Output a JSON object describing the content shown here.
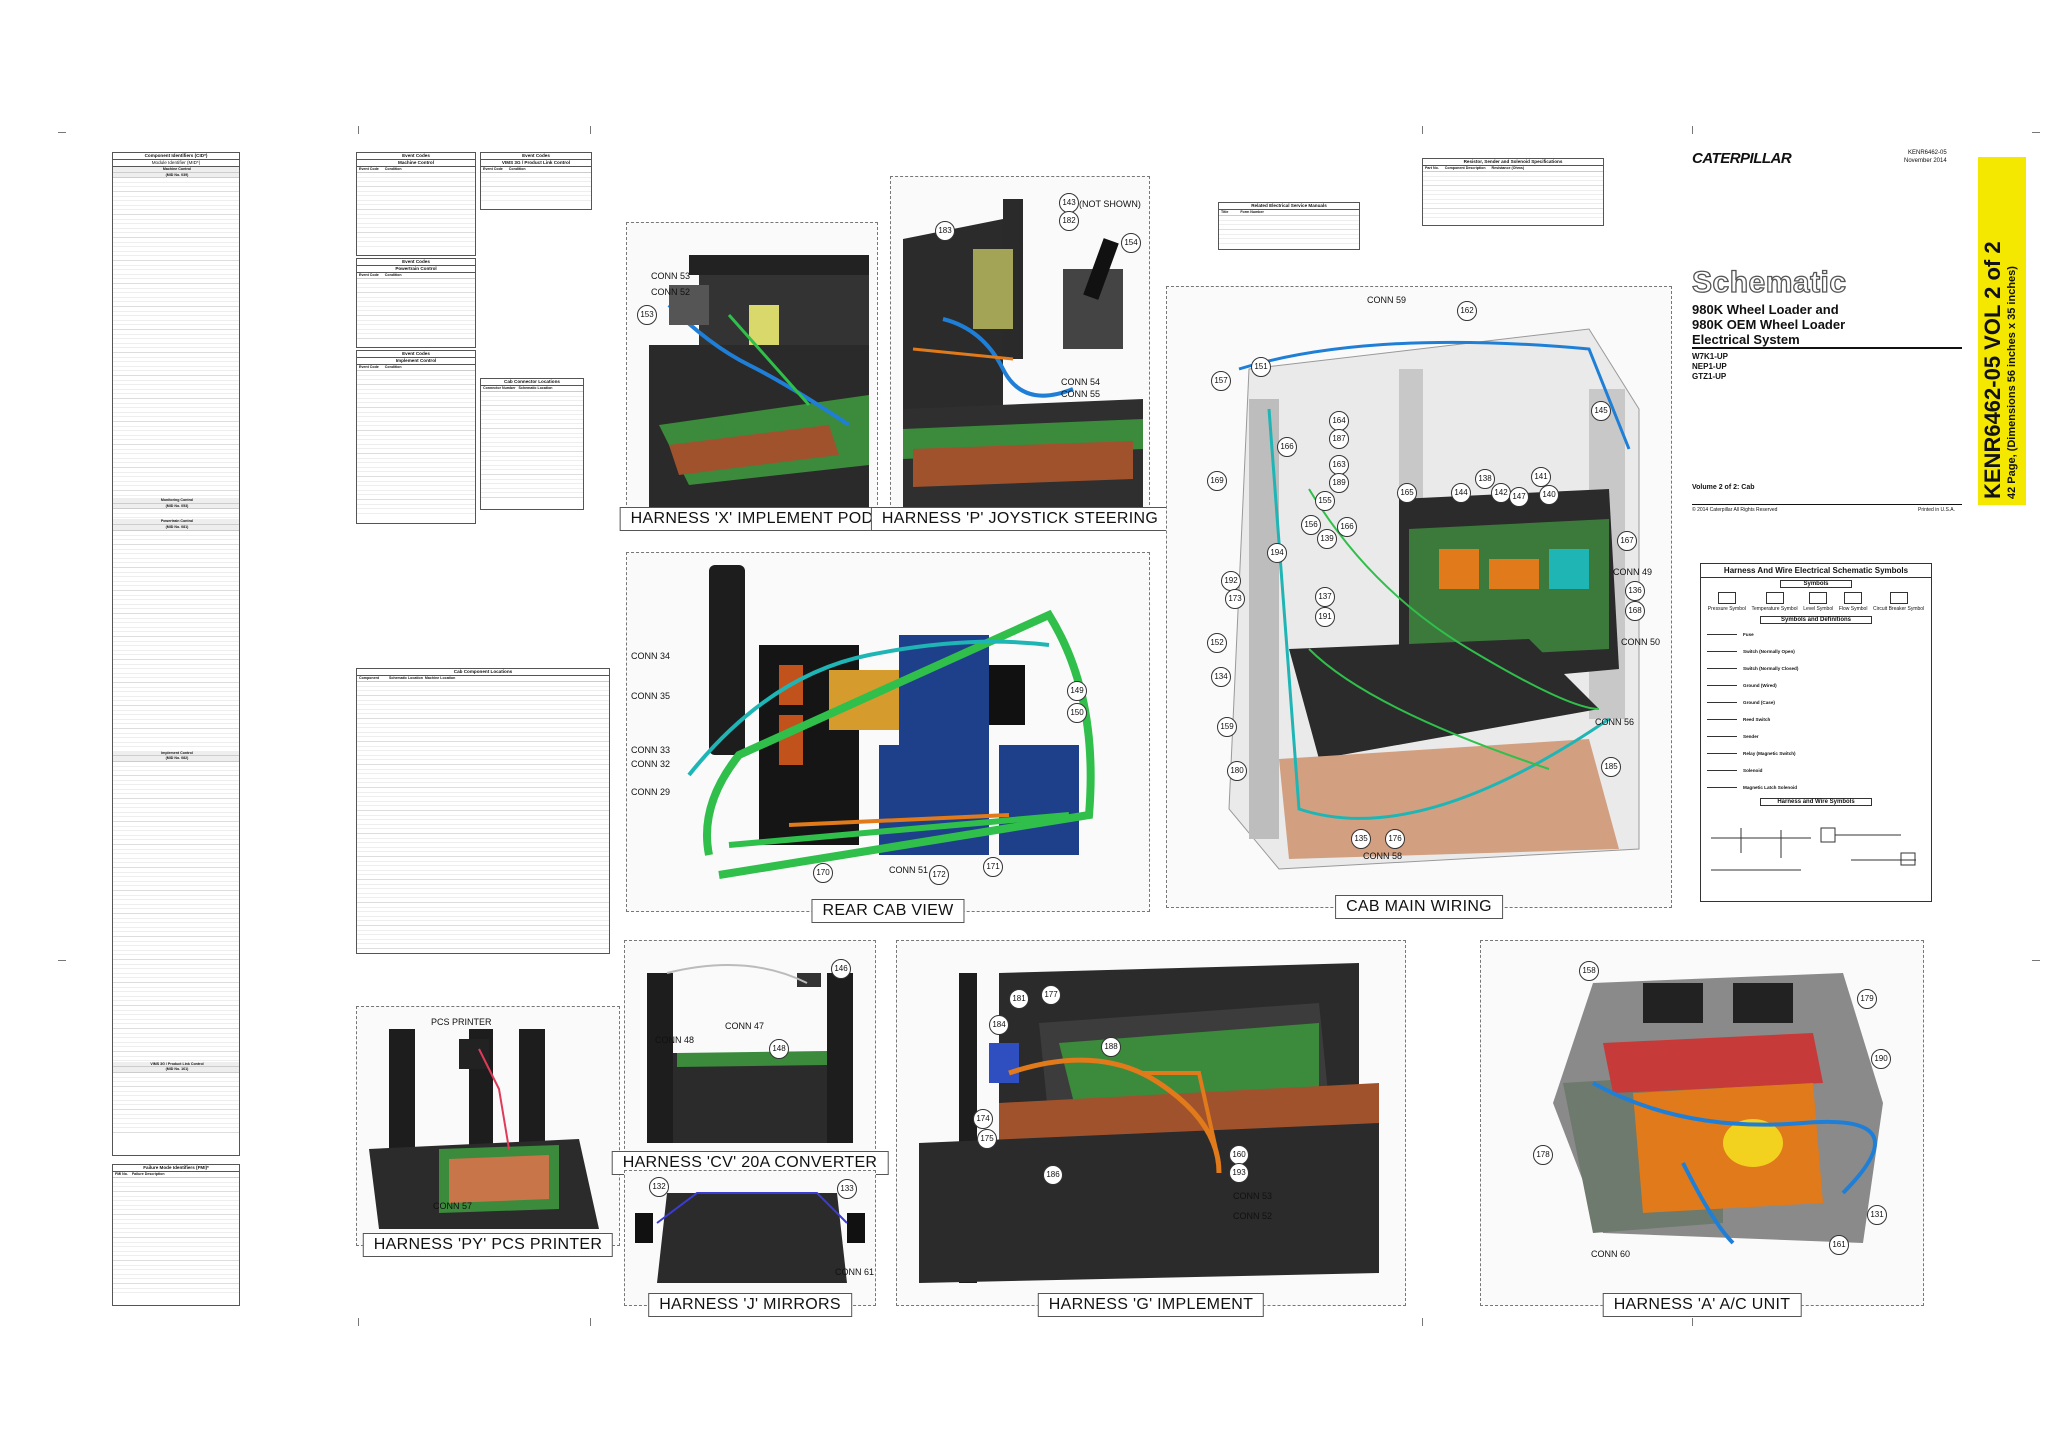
{
  "brand": {
    "logo_text": "CATERPILLAR",
    "doc_number": "KENR6462-05",
    "date": "November 2014"
  },
  "title": {
    "schematic": "Schematic",
    "line1": "980K Wheel Loader and",
    "line2": "980K OEM Wheel Loader",
    "line3": "Electrical System",
    "prefixes": [
      "W7K1-UP",
      "NEP1-UP",
      "GTZ1-UP"
    ],
    "volume": "Volume 2 of 2: Cab",
    "copyright": "© 2014 Caterpillar  All Rights Reserved",
    "printed": "Printed in U.S.A."
  },
  "spine": {
    "title": "KENR6462-05 VOL 2 of 2",
    "subtitle": "42 Page, (Dimensions 56 inches x 35 inches)"
  },
  "tables": {
    "cid": {
      "title": "Component Identifiers (CID*)",
      "subtitle": "Module Identifier (MID*)",
      "sections": [
        "Machine Control",
        "(MID No. 039)",
        "Monitoring Control",
        "(MID No. 053)",
        "Powertrain Control",
        "(MID No. 081)",
        "Implement Control",
        "(MID No. 082)",
        "VIMS 3G / Product Link Control",
        "(MID No. 161)"
      ]
    },
    "fmi": {
      "title": "Failure Mode Identifiers (FMI)*",
      "col1": "FMI No.",
      "col2": "Failure Description"
    },
    "event_machine": {
      "title": "Event Codes",
      "subtitle": "Machine Control",
      "col1": "Event Code",
      "col2": "Condition"
    },
    "event_powertrain": {
      "title": "Event Codes",
      "subtitle": "Powertrain Control",
      "col1": "Event Code",
      "col2": "Condition"
    },
    "event_implement": {
      "title": "Event Codes",
      "subtitle": "Implement Control",
      "col1": "Event Code",
      "col2": "Condition"
    },
    "event_vims": {
      "title": "Event Codes",
      "subtitle": "VIMS 3G / Product Link Control",
      "col1": "Event Code",
      "col2": "Condition"
    },
    "cab_connector": {
      "title": "Cab Connector Locations",
      "col1": "Connector Number",
      "col2": "Schematic Location"
    },
    "cab_component": {
      "title": "Cab Component Locations",
      "col1": "Component",
      "col2": "Schematic Location",
      "col3": "Machine Location"
    },
    "related_manuals": {
      "title": "Related Electrical Service Manuals",
      "col1": "Title",
      "col2": "Form Number"
    },
    "resistor_specs": {
      "title": "Resistor, Sender and Solenoid Specifications",
      "col1": "Part No.",
      "col2": "Component Description",
      "col3": "Resistance (Ohms)"
    }
  },
  "symbols": {
    "title": "Harness And Wire Electrical Schematic Symbols",
    "symbols_header": "Symbols",
    "labels": [
      "Pressure Symbol",
      "Temperature Symbol",
      "Level Symbol",
      "Flow Symbol",
      "Circuit Breaker Symbol"
    ],
    "definitions_header": "Symbols and Definitions",
    "definitions": [
      "Fuse",
      "Switch (Normally Open)",
      "Switch (Normally Closed)",
      "Ground (Wired)",
      "Ground (Case)",
      "Reed Switch",
      "Sender",
      "Relay (Magnetic Switch)",
      "Solenoid",
      "Magnetic Latch Solenoid"
    ],
    "harness_header": "Harness and Wire Symbols"
  },
  "views": [
    {
      "caption": "HARNESS 'X' IMPLEMENT POD"
    },
    {
      "caption": "HARNESS 'P' JOYSTICK STEERING"
    },
    {
      "caption": "REAR CAB VIEW"
    },
    {
      "caption": "CAB MAIN WIRING"
    },
    {
      "caption": "HARNESS 'PY' PCS PRINTER"
    },
    {
      "caption": "HARNESS 'CV' 20A CONVERTER"
    },
    {
      "caption": "HARNESS 'J' MIRRORS"
    },
    {
      "caption": "HARNESS 'G' IMPLEMENT"
    },
    {
      "caption": "HARNESS 'A' A/C UNIT"
    }
  ],
  "labels": {
    "conn53a": "CONN 53",
    "conn52a": "CONN 52",
    "c153": "153",
    "c143": "143",
    "not_shown": "(NOT SHOWN)",
    "c182": "182",
    "c183": "183",
    "c154": "154",
    "conn54": "CONN 54",
    "conn55": "CONN 55",
    "conn34": "CONN 34",
    "conn35": "CONN 35",
    "conn33": "CONN 33",
    "conn32": "CONN 32",
    "conn29": "CONN 29",
    "conn51": "CONN 51",
    "c149": "149",
    "c150": "150",
    "c170": "170",
    "c172": "172",
    "c171": "171",
    "conn59": "CONN 59",
    "conn49": "CONN 49",
    "conn50": "CONN 50",
    "conn56": "CONN 56",
    "conn58": "CONN 58",
    "c162": "162",
    "c157": "157",
    "c151": "151",
    "c145": "145",
    "c164": "164",
    "c187": "187",
    "c166": "166",
    "c163": "163",
    "c189": "189",
    "c169": "169",
    "c155": "155",
    "c165": "165",
    "c144": "144",
    "c138": "138",
    "c142": "142",
    "c147": "147",
    "c141": "141",
    "c140": "140",
    "c156": "156",
    "c139": "139",
    "c194": "194",
    "c167": "167",
    "c136": "136",
    "c168": "168",
    "c192": "192",
    "c173": "173",
    "c137": "137",
    "c191": "191",
    "c152": "152",
    "c134": "134",
    "c159": "159",
    "c180": "180",
    "c185": "185",
    "c135": "135",
    "c176": "176",
    "pcs_printer": "PCS PRINTER",
    "conn57": "CONN 57",
    "conn47": "CONN 47",
    "conn48": "CONN 48",
    "c146": "146",
    "c148": "148",
    "c132": "132",
    "c133": "133",
    "conn61": "CONN 61",
    "c181": "181",
    "c177": "177",
    "c184": "184",
    "c188": "188",
    "c174": "174",
    "c175": "175",
    "c186": "186",
    "c160": "160",
    "c193": "193",
    "conn53b": "CONN 53",
    "conn52b": "CONN 52",
    "c158": "158",
    "c179": "179",
    "c190": "190",
    "c178": "178",
    "c131": "131",
    "c161": "161",
    "conn60": "CONN 60"
  },
  "colors": {
    "harness_blue": "#1f7fd6",
    "harness_green": "#2fbf4a",
    "harness_orange": "#e07a1a",
    "cab_dark": "#2b2b2b",
    "floor_brown": "#a0522d",
    "module_blue": "#1e3f8a",
    "spine_yellow": "#f4e800"
  }
}
